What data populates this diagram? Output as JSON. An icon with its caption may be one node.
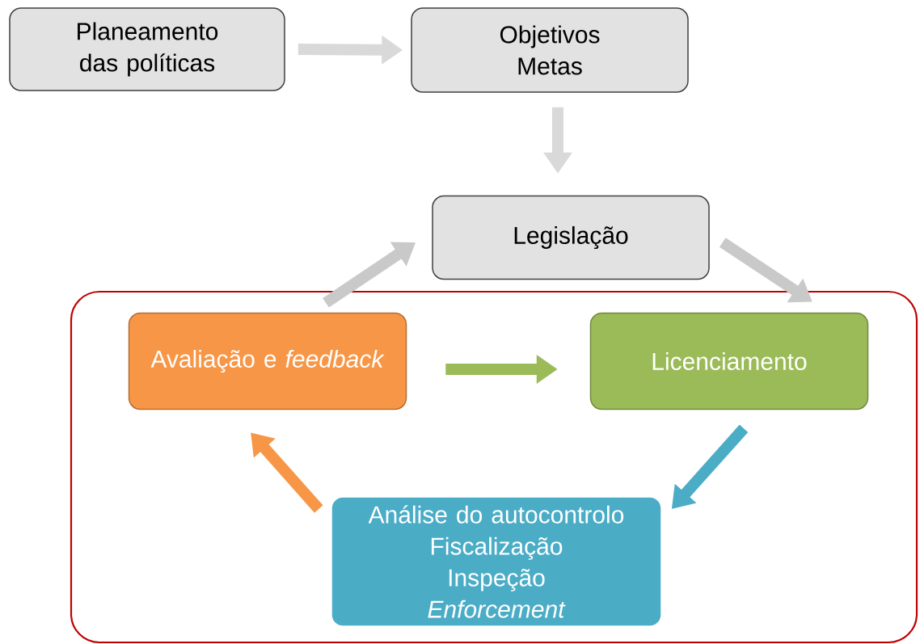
{
  "diagram": {
    "nodes": [
      {
        "text": [
          "Planeamento das políticas"
        ]
      },
      {
        "text": [
          "Objetivos",
          "Metas"
        ]
      },
      {
        "text": [
          "Legislação"
        ]
      },
      {
        "text": [],
        "shape": "box"
      },
      {
        "text": [
          "Avaliação e *feedback*"
        ],
        "in": 3
      },
      {
        "text": [
          "Licenciamento"
        ],
        "in": 3
      },
      {
        "text": [
          "Análise do autocontrolo",
          "Fiscalização",
          "Inspeção",
          "*Enforcement*"
        ],
        "in": 3
      }
    ],
    "edges": [
      {
        "from": 0,
        "to": 1,
        "arrow": "to",
        "color": "#d9d9d9"
      },
      {
        "from": 1,
        "to": 2,
        "arrow": "to",
        "color": "#d9d9d9"
      },
      {
        "from": 4,
        "to": 2,
        "arrow": "to",
        "color": "#c9c9c9"
      },
      {
        "from": 2,
        "to": 5,
        "arrow": "to",
        "color": "#c9c9c9"
      },
      {
        "from": 4,
        "to": 5,
        "arrow": "to",
        "color": "#9bbb59"
      },
      {
        "from": 5,
        "to": 6,
        "arrow": "to",
        "color": "#4bacc6"
      },
      {
        "from": 6,
        "to": 4,
        "arrow": "to",
        "color": "#f79646"
      }
    ]
  }
}
